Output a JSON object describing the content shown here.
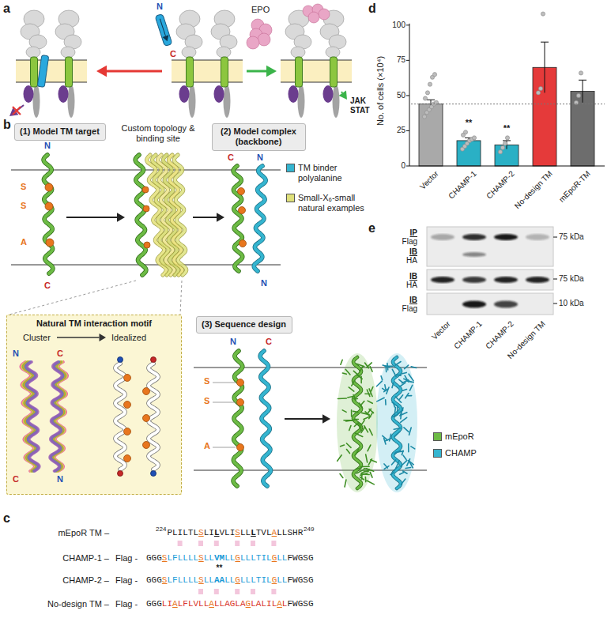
{
  "diagram": {
    "nodes": [
      {
        "text": [
          "(1) Model TM target"
        ]
      },
      {
        "text": [
          "(2) Model complex (backbone)"
        ]
      },
      {
        "text": [
          "Natural TM interaction motif",
          "Cluster",
          "Idealized"
        ]
      },
      {
        "text": [
          "(3) Sequence design"
        ]
      }
    ],
    "labels": [
      "a",
      "N",
      "C",
      "EPO",
      "JAK STAT",
      "b",
      "N",
      "S",
      "S",
      "A",
      "C",
      "Custom topology & binding site",
      "C",
      "N",
      "N",
      "N",
      "C",
      "C",
      "N",
      "N",
      "C",
      "S",
      "S",
      "A",
      "c",
      "mEpoR TM –",
      "224",
      "PLILTLSLILVLISLLLTVLALLSHR",
      "249",
      "CHAMP-1 –",
      "Flag -",
      "GGGSLFLLLLSLLVMLLGLLLTILGLLFWGSG",
      "**",
      "CHAMP-2 –",
      "Flag -",
      "GGGSLFLLLLSLLAALLGLLLTILGLLFWGSG",
      "No-design TM –",
      "Flag -",
      "GGGLIALFLVLLALLAGLAGLALILALFWGSG",
      "d",
      "No. of cells (×10⁴)",
      "0",
      "25",
      "50",
      "75",
      "100",
      "**",
      "**",
      "Vector",
      "CHAMP-1",
      "CHAMP-2",
      "No-design TM",
      "mEpoR-TM",
      "e",
      "IP",
      "Flag",
      "IB",
      "HA",
      "IB",
      "HA",
      "IB",
      "Flag",
      "75 kDa",
      "75 kDa",
      "10 kDa",
      "Vector",
      "CHAMP-1",
      "CHAMP-2",
      "No-design TM"
    ],
    "legend": [
      {
        "text": "TM binder polyalanine",
        "color": "#35b5d0"
      },
      {
        "text": "Small-X₆-small natural examples",
        "color": "#dfe07a"
      },
      {
        "text": "mEpoR",
        "color": "#6dbb45"
      },
      {
        "text": "CHAMP",
        "color": "#35b5d0"
      }
    ]
  }
}
